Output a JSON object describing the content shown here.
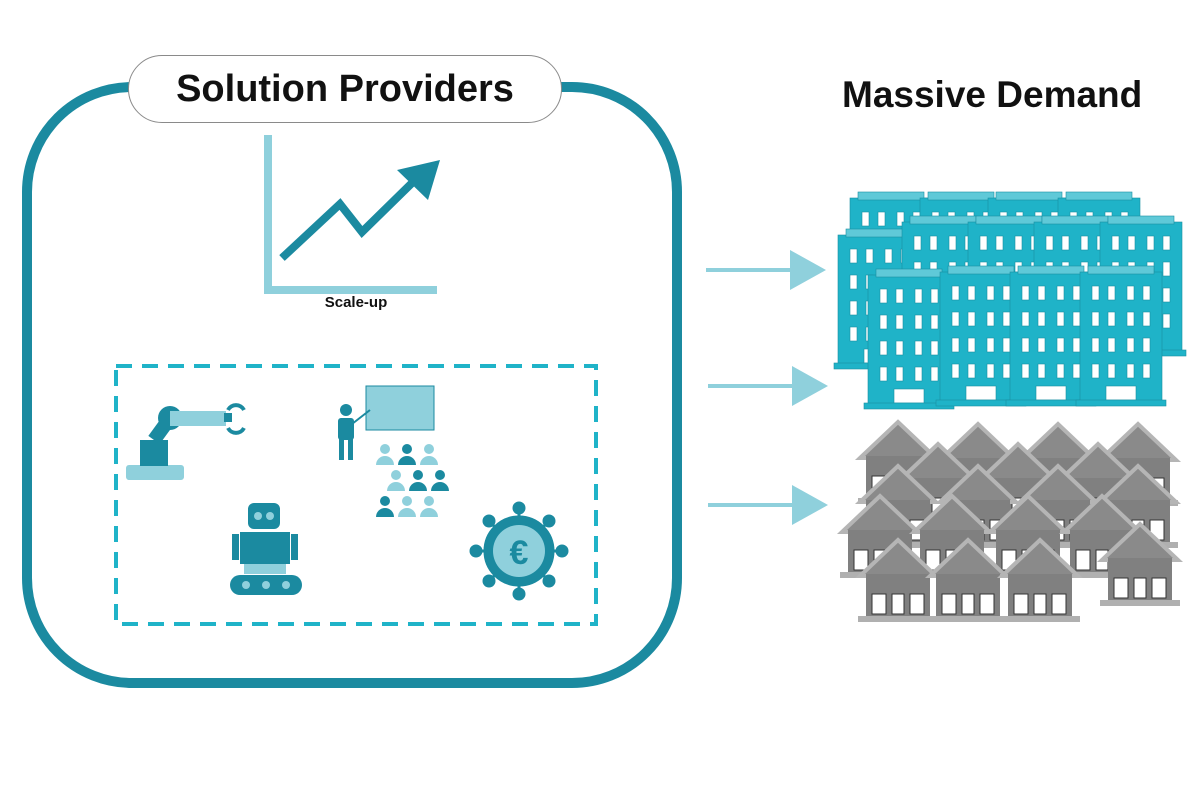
{
  "left_panel": {
    "title": "Solution Providers",
    "chart_label": "Scale-up",
    "icons": [
      "robot-arm-icon",
      "teacher-classroom-icon",
      "robot-icon",
      "euro-coin-icon"
    ]
  },
  "right_panel": {
    "title": "Massive Demand",
    "groups": [
      "apartment-buildings",
      "houses"
    ]
  },
  "colors": {
    "frame": "#1b8aa0",
    "teal": "#1b8aa0",
    "light_teal": "#8fd0dc",
    "building": "#1fb3c8",
    "house": "#808080",
    "arrow": "#8fd0dc"
  }
}
